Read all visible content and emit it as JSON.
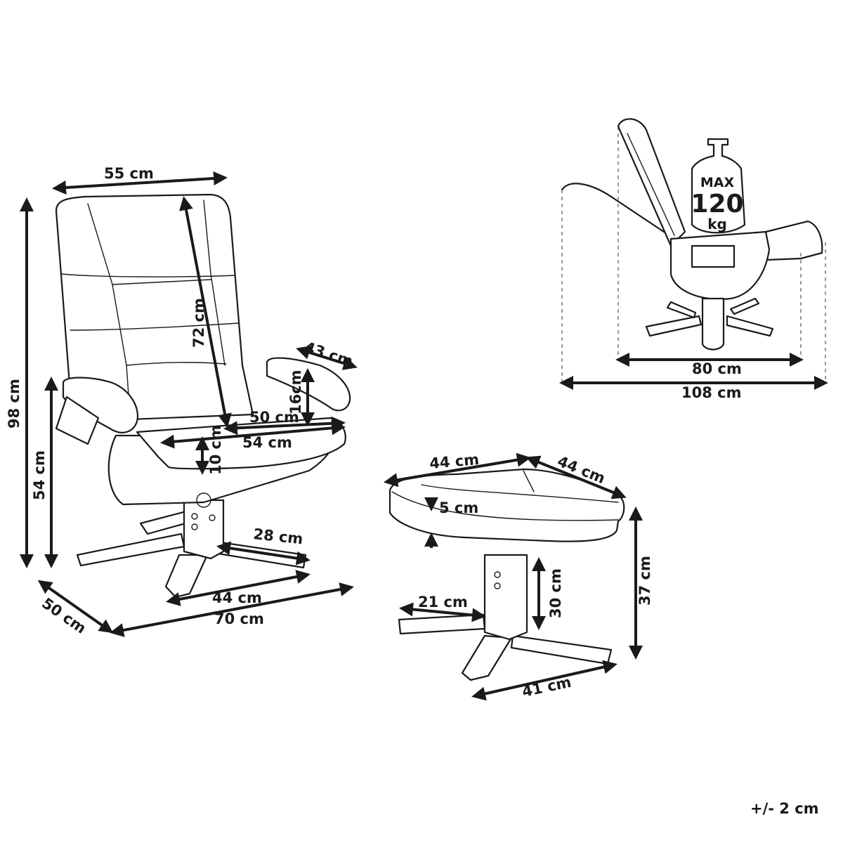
{
  "chair": {
    "width": "55 cm",
    "height": "98 cm",
    "backrest_height": "72 cm",
    "armrest_width": "43 cm",
    "armrest_height": "16cm",
    "seat_depth": "50 cm",
    "seat_width": "54 cm",
    "cushion_thickness": "10 cm",
    "seat_height": "54 cm",
    "base_leg": "28 cm",
    "base_width": "44 cm",
    "depth": "50 cm",
    "overall_width": "70 cm"
  },
  "recline": {
    "weight_line1": "MAX",
    "weight_line2": "120",
    "weight_line3": "kg",
    "upright_length": "80 cm",
    "reclined_length": "108 cm"
  },
  "ottoman": {
    "width": "44 cm",
    "depth": "44 cm",
    "cushion": "5 cm",
    "height": "37 cm",
    "leg_height": "30 cm",
    "base_leg": "21 cm",
    "base_width": "41 cm"
  },
  "tolerance": "+/- 2 cm"
}
